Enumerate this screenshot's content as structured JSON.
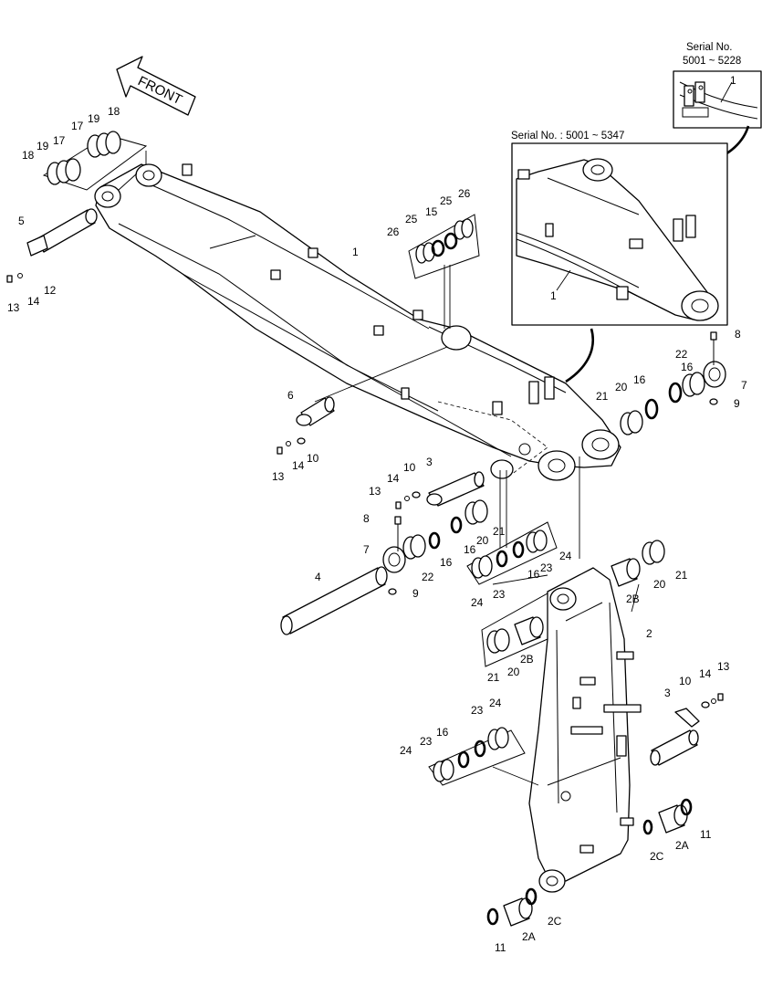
{
  "diagram": {
    "front_label": "FRONT",
    "inset_small": {
      "header_line1": "Serial No.",
      "header_line2": "5001 ~ 5228"
    },
    "inset_large": {
      "header": "Serial No. : 5001 ~ 5347"
    },
    "callouts": [
      {
        "id": "c1",
        "text": "1"
      },
      {
        "id": "c2",
        "text": "2"
      },
      {
        "id": "c3",
        "text": "3"
      },
      {
        "id": "c4",
        "text": "3"
      },
      {
        "id": "c5",
        "text": "4"
      },
      {
        "id": "c6",
        "text": "5"
      },
      {
        "id": "c7",
        "text": "6"
      },
      {
        "id": "c8",
        "text": "7"
      },
      {
        "id": "c9",
        "text": "7"
      },
      {
        "id": "c10",
        "text": "8"
      },
      {
        "id": "c11",
        "text": "8"
      },
      {
        "id": "c12",
        "text": "9"
      },
      {
        "id": "c13",
        "text": "9"
      },
      {
        "id": "c14",
        "text": "10"
      },
      {
        "id": "c15",
        "text": "10"
      },
      {
        "id": "c16",
        "text": "10"
      },
      {
        "id": "c17",
        "text": "11"
      },
      {
        "id": "c18",
        "text": "11"
      },
      {
        "id": "c19",
        "text": "12"
      },
      {
        "id": "c20",
        "text": "13"
      },
      {
        "id": "c21",
        "text": "13"
      },
      {
        "id": "c22",
        "text": "13"
      },
      {
        "id": "c23",
        "text": "13"
      },
      {
        "id": "c24",
        "text": "14"
      },
      {
        "id": "c25",
        "text": "14"
      },
      {
        "id": "c26",
        "text": "14"
      },
      {
        "id": "c27",
        "text": "14"
      },
      {
        "id": "c28",
        "text": "15"
      },
      {
        "id": "c29",
        "text": "16"
      },
      {
        "id": "c30",
        "text": "16"
      },
      {
        "id": "c31",
        "text": "16"
      },
      {
        "id": "c32",
        "text": "16"
      },
      {
        "id": "c33",
        "text": "16"
      },
      {
        "id": "c34",
        "text": "16"
      },
      {
        "id": "c35",
        "text": "17"
      },
      {
        "id": "c36",
        "text": "17"
      },
      {
        "id": "c37",
        "text": "18"
      },
      {
        "id": "c38",
        "text": "18"
      },
      {
        "id": "c39",
        "text": "19"
      },
      {
        "id": "c40",
        "text": "19"
      },
      {
        "id": "c41",
        "text": "20"
      },
      {
        "id": "c42",
        "text": "20"
      },
      {
        "id": "c43",
        "text": "20"
      },
      {
        "id": "c44",
        "text": "20"
      },
      {
        "id": "c45",
        "text": "21"
      },
      {
        "id": "c46",
        "text": "21"
      },
      {
        "id": "c47",
        "text": "21"
      },
      {
        "id": "c48",
        "text": "21"
      },
      {
        "id": "c49",
        "text": "22"
      },
      {
        "id": "c50",
        "text": "22"
      },
      {
        "id": "c51",
        "text": "23"
      },
      {
        "id": "c52",
        "text": "23"
      },
      {
        "id": "c53",
        "text": "23"
      },
      {
        "id": "c54",
        "text": "23"
      },
      {
        "id": "c55",
        "text": "24"
      },
      {
        "id": "c56",
        "text": "24"
      },
      {
        "id": "c57",
        "text": "24"
      },
      {
        "id": "c58",
        "text": "24"
      },
      {
        "id": "c59",
        "text": "25"
      },
      {
        "id": "c60",
        "text": "25"
      },
      {
        "id": "c61",
        "text": "26"
      },
      {
        "id": "c62",
        "text": "26"
      },
      {
        "id": "c63",
        "text": "2A"
      },
      {
        "id": "c64",
        "text": "2A"
      },
      {
        "id": "c65",
        "text": "2B"
      },
      {
        "id": "c66",
        "text": "2B"
      },
      {
        "id": "c67",
        "text": "2C"
      },
      {
        "id": "c68",
        "text": "2C"
      },
      {
        "id": "c69",
        "text": "1"
      },
      {
        "id": "c70",
        "text": "1"
      }
    ]
  }
}
